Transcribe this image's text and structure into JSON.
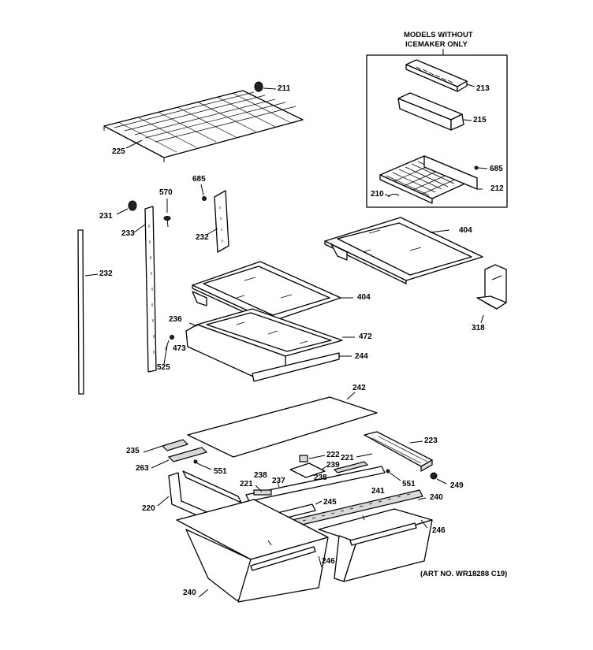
{
  "inset_title_line1": "MODELS WITHOUT",
  "inset_title_line2": "ICEMAKER ONLY",
  "art_number": "(ART NO. WR18288 C19)",
  "callouts": {
    "c211": "211",
    "c225": "225",
    "c213": "213",
    "c215": "215",
    "c685a": "685",
    "c210": "210",
    "c212": "212",
    "c685b": "685",
    "c570": "570",
    "c231": "231",
    "c233": "233",
    "c232a": "232",
    "c232b": "232",
    "c404a": "404",
    "c404b": "404",
    "c236": "236",
    "c472": "472",
    "c473": "473",
    "c525": "525",
    "c244": "244",
    "c318": "318",
    "c242": "242",
    "c223": "223",
    "c235": "235",
    "c222": "222",
    "c221a": "221",
    "c263": "263",
    "c551a": "551",
    "c239": "239",
    "c238a": "238",
    "c238b": "238",
    "c237": "237",
    "c221b": "221",
    "c551b": "551",
    "c249": "249",
    "c220": "220",
    "c241": "241",
    "c245": "245",
    "c240a": "240",
    "c246a": "246",
    "c246b": "246",
    "c240b": "240"
  }
}
